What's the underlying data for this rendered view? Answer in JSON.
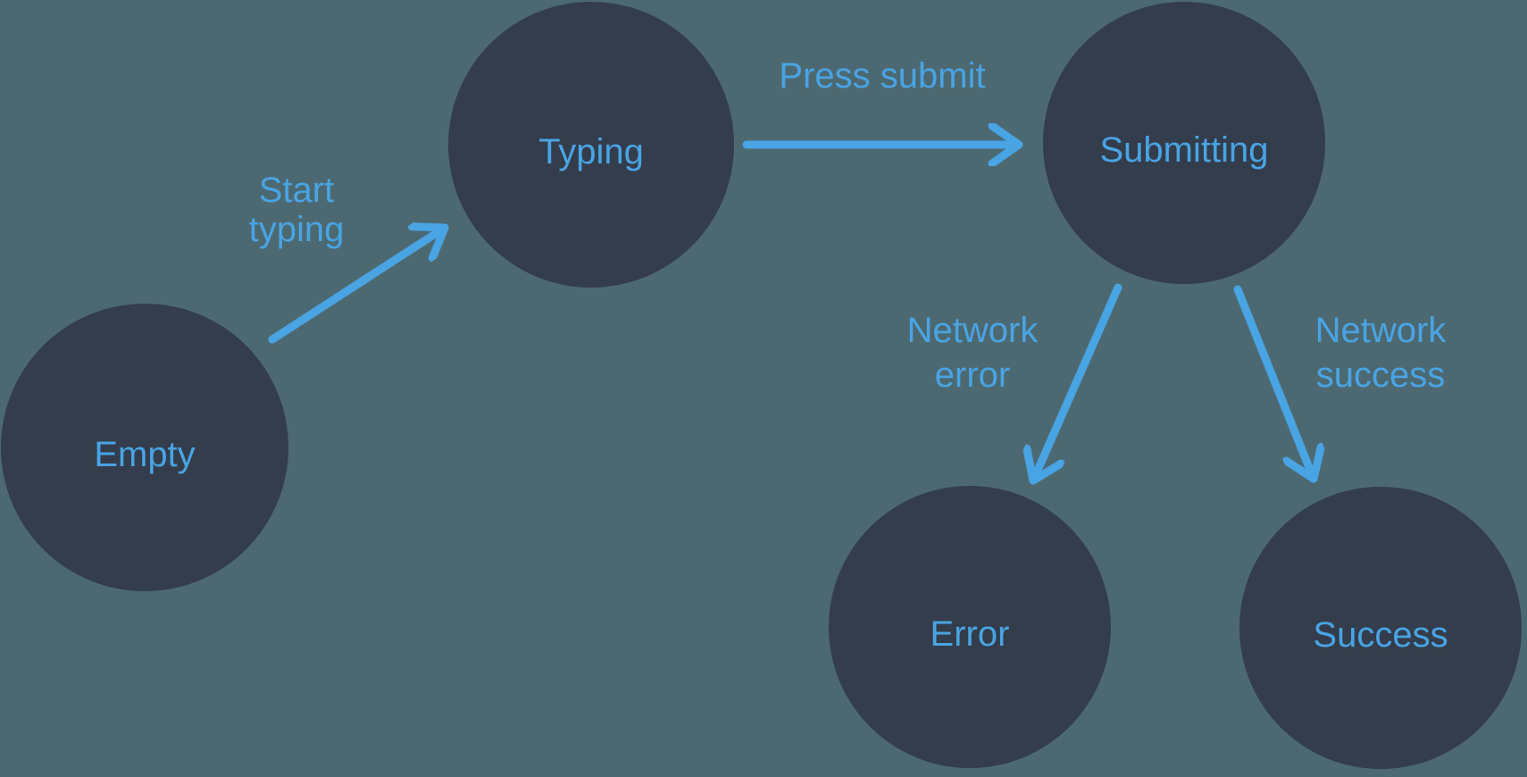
{
  "colors": {
    "background": "#4C6972",
    "node_fill": "#333D4C",
    "accent": "#49A4E4"
  },
  "diagram": {
    "type": "state-machine-flow",
    "states": [
      {
        "id": "empty",
        "label": "Empty"
      },
      {
        "id": "typing",
        "label": "Typing"
      },
      {
        "id": "submitting",
        "label": "Submitting"
      },
      {
        "id": "error",
        "label": "Error"
      },
      {
        "id": "success",
        "label": "Success"
      }
    ],
    "transitions": [
      {
        "from": "empty",
        "to": "typing",
        "label": "Start typing",
        "label_lines": [
          "Start",
          "typing"
        ]
      },
      {
        "from": "typing",
        "to": "submitting",
        "label": "Press submit",
        "label_lines": [
          "Press submit"
        ]
      },
      {
        "from": "submitting",
        "to": "error",
        "label": "Network error",
        "label_lines": [
          "Network",
          "error"
        ]
      },
      {
        "from": "submitting",
        "to": "success",
        "label": "Network success",
        "label_lines": [
          "Network",
          "success"
        ]
      }
    ]
  }
}
